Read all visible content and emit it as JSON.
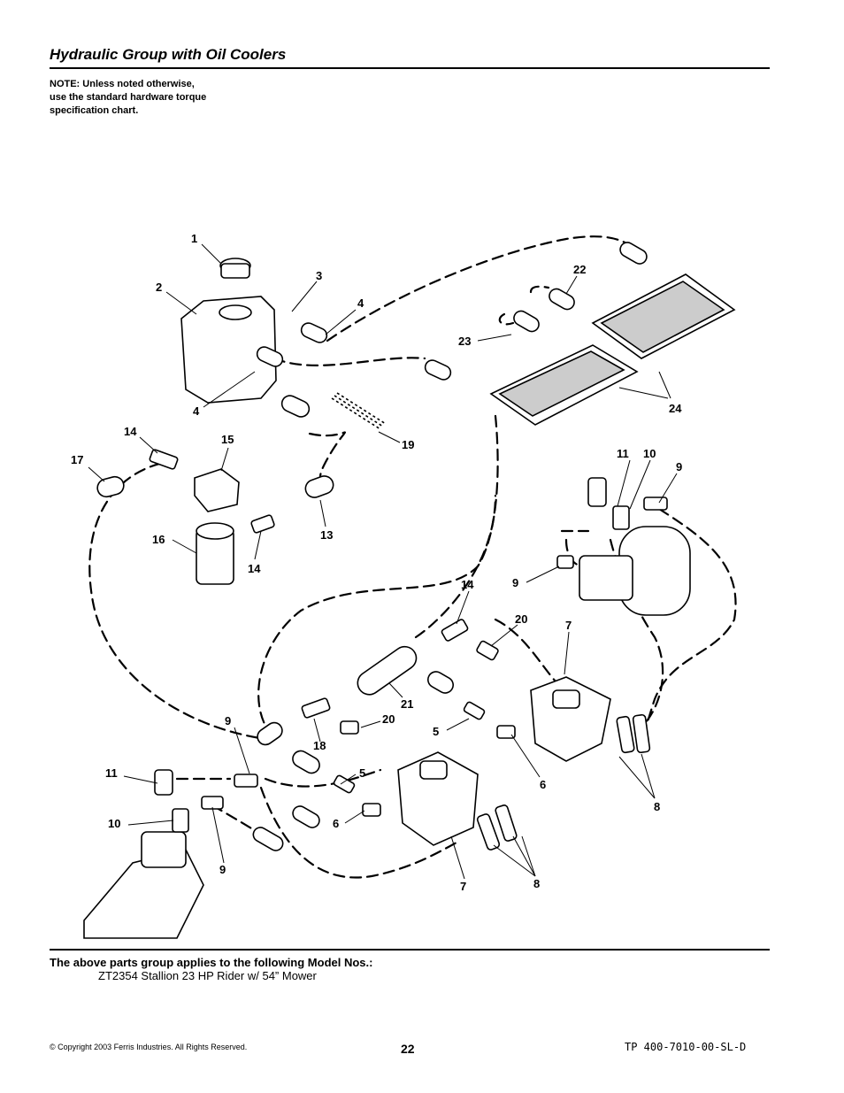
{
  "header": {
    "title": "Hydraulic Group with Oil Coolers",
    "note_lines": [
      "NOTE: Unless noted otherwise,",
      "use the standard hardware torque",
      "specification chart."
    ]
  },
  "callouts": {
    "c1": "1",
    "c2": "2",
    "c3": "3",
    "c4a": "4",
    "c4b": "4",
    "c22": "22",
    "c23": "23",
    "c24": "24",
    "c14a": "14",
    "c15": "15",
    "c17": "17",
    "c19": "19",
    "c16": "16",
    "c14b": "14",
    "c13": "13",
    "c11a": "11",
    "c10a": "10",
    "c9a": "9",
    "c9b": "9",
    "c14c": "14",
    "c20a": "20",
    "c7a": "7",
    "c21": "21",
    "c9c": "9",
    "c20b": "20",
    "c5a": "5",
    "c18": "18",
    "c6a": "6",
    "c8a": "8",
    "c11b": "11",
    "c5b": "5",
    "c10b": "10",
    "c6b": "6",
    "c9d": "9",
    "c7b": "7",
    "c8b": "8"
  },
  "footer": {
    "applies_label": "The above parts group applies to the following Model Nos.:",
    "model": "ZT2354  Stallion 23 HP Rider w/ 54” Mower",
    "copyright": "© Copyright 2003 Ferris Industries. All Rights Reserved.",
    "page_number": "22",
    "doc_number": "TP 400-7010-00-SL-D"
  }
}
